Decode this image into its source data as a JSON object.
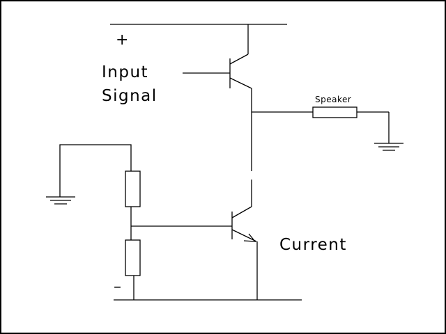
{
  "diagram": {
    "labels": {
      "plus": "+",
      "minus": "–",
      "input_line1": "Input",
      "input_line2": "Signal",
      "speaker": "Speaker",
      "current": "Current"
    },
    "colors": {
      "background": "#ffffff",
      "frame": "#000000",
      "ink": "#000000"
    }
  }
}
